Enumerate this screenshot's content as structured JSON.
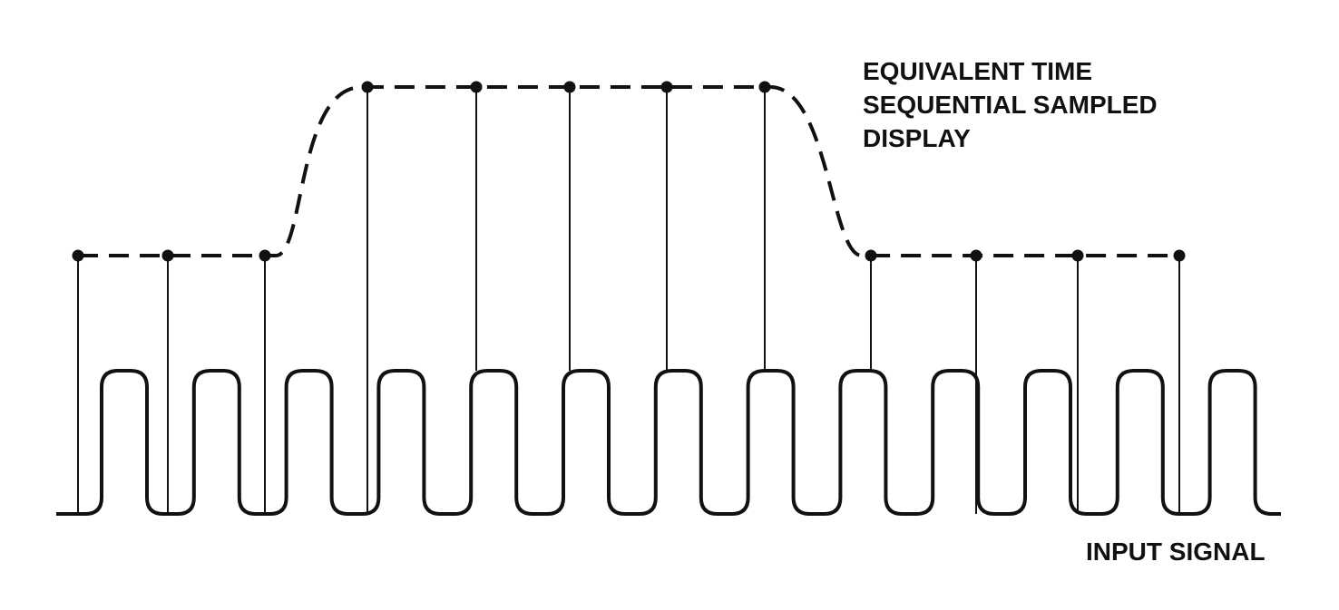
{
  "labels": {
    "display_line_1": "EQUIVALENT TIME",
    "display_line_2": "SEQUENTIAL SAMPLED",
    "display_line_3": "DISPLAY",
    "input_signal": "INPUT SIGNAL"
  },
  "signal": {
    "pulse_count": 13,
    "low_level": 0,
    "high_level": 1
  },
  "samples": {
    "count": 12,
    "levels": [
      0,
      0,
      0,
      1,
      1,
      1,
      1,
      1,
      0,
      0,
      0,
      0
    ],
    "sampled_pulse_index": [
      0,
      1,
      2,
      3,
      4,
      5,
      6,
      7,
      8,
      9,
      10,
      11
    ],
    "sample_phase": [
      "low",
      "low",
      "low",
      "low",
      "high",
      "high",
      "high",
      "high",
      "high",
      "low",
      "low",
      "low"
    ]
  },
  "colors": {
    "ink": "#111111",
    "background": "#ffffff"
  }
}
